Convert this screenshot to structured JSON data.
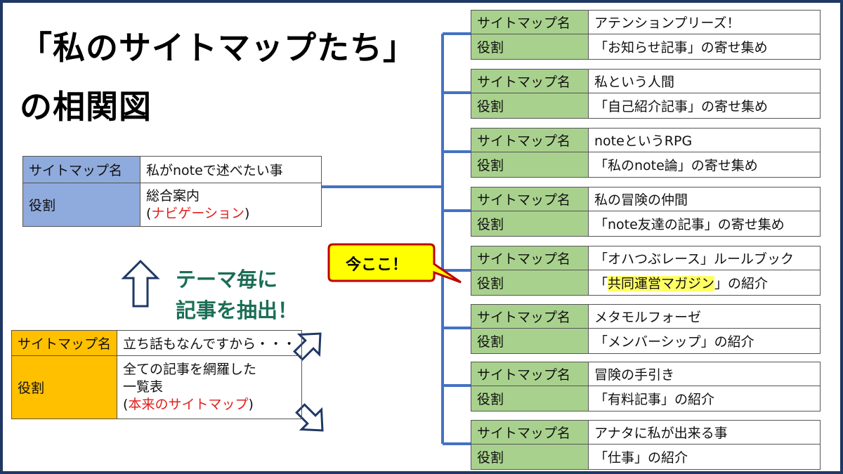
{
  "title": {
    "line1": "「私のサイトマップたち」",
    "line2": "の相関図"
  },
  "hub": {
    "name_label": "サイトマップ名",
    "name": "私がnoteで述べたい事",
    "role_label": "役割",
    "role": "総合案内",
    "role_note_open": "(",
    "role_note": "ナビゲーション",
    "role_note_close": ")"
  },
  "index": {
    "name_label": "サイトマップ名",
    "name": "立ち話もなんですから・・・",
    "role_label": "役割",
    "role_line1": "全ての記事を網羅した",
    "role_line2": "一覧表",
    "role_note_open": "(",
    "role_note": "本来のサイトマップ",
    "role_note_close": ")"
  },
  "theme_text": {
    "line1": "テーマ毎に",
    "line2": "記事を抽出！"
  },
  "callout": {
    "text": "今ここ！"
  },
  "sitemaps": [
    {
      "name_label": "サイトマップ名",
      "name": "アテンションプリーズ！",
      "role_label": "役割",
      "role_pre": "「お知らせ記事」の寄せ集め",
      "role_hl": "",
      "role_post": ""
    },
    {
      "name_label": "サイトマップ名",
      "name": "私という人間",
      "role_label": "役割",
      "role_pre": "「自己紹介記事」の寄せ集め",
      "role_hl": "",
      "role_post": ""
    },
    {
      "name_label": "サイトマップ名",
      "name": "noteというRPG",
      "role_label": "役割",
      "role_pre": "「私のnote論」の寄せ集め",
      "role_hl": "",
      "role_post": ""
    },
    {
      "name_label": "サイトマップ名",
      "name": "私の冒険の仲間",
      "role_label": "役割",
      "role_pre": "「note友達の記事」の寄せ集め",
      "role_hl": "",
      "role_post": ""
    },
    {
      "name_label": "サイトマップ名",
      "name": "「オハつぶレース」ルールブック",
      "role_label": "役割",
      "role_pre": "「",
      "role_hl": "共同運営マガジン",
      "role_post": "」の紹介"
    },
    {
      "name_label": "サイトマップ名",
      "name": "メタモルフォーゼ",
      "role_label": "役割",
      "role_pre": "「メンバーシップ」の紹介",
      "role_hl": "",
      "role_post": ""
    },
    {
      "name_label": "サイトマップ名",
      "name": "冒険の手引き",
      "role_label": "役割",
      "role_pre": "「有料記事」の紹介",
      "role_hl": "",
      "role_post": ""
    },
    {
      "name_label": "サイトマップ名",
      "name": "アナタに私が出来る事",
      "role_label": "役割",
      "role_pre": "「仕事」の紹介",
      "role_hl": "",
      "role_post": ""
    }
  ],
  "colors": {
    "connector": "#4472c4",
    "frame": "#1f3864",
    "callout_fill": "#ffff00",
    "callout_border": "#c00000",
    "theme_text": "#1b6e55"
  }
}
